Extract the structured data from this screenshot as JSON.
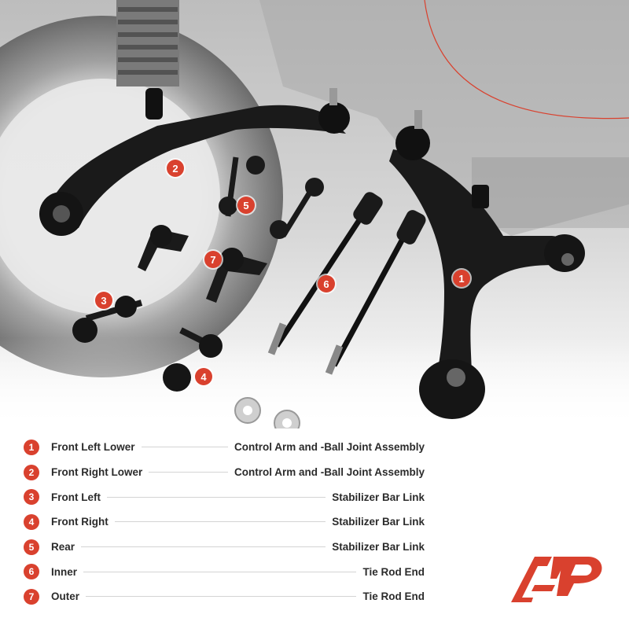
{
  "colors": {
    "accent": "#d9412e",
    "text": "#2b2b2b",
    "leader": "#d4d4d4"
  },
  "callouts": [
    "1",
    "2",
    "3",
    "4",
    "5",
    "6",
    "7"
  ],
  "legend": [
    {
      "num": "1",
      "part": "Front Left Lower",
      "desc": "Control Arm and -Ball Joint Assembly"
    },
    {
      "num": "2",
      "part": "Front Right Lower",
      "desc": "Control Arm and -Ball Joint Assembly"
    },
    {
      "num": "3",
      "part": "Front Left",
      "desc": "Stabilizer Bar Link"
    },
    {
      "num": "4",
      "part": "Front Right",
      "desc": "Stabilizer Bar Link"
    },
    {
      "num": "5",
      "part": "Rear",
      "desc": "Stabilizer Bar Link"
    },
    {
      "num": "6",
      "part": "Inner",
      "desc": "Tie Rod End"
    },
    {
      "num": "7",
      "part": "Outer",
      "desc": "Tie Rod End"
    }
  ],
  "logo": {
    "icon": "brand-logo-ap"
  }
}
